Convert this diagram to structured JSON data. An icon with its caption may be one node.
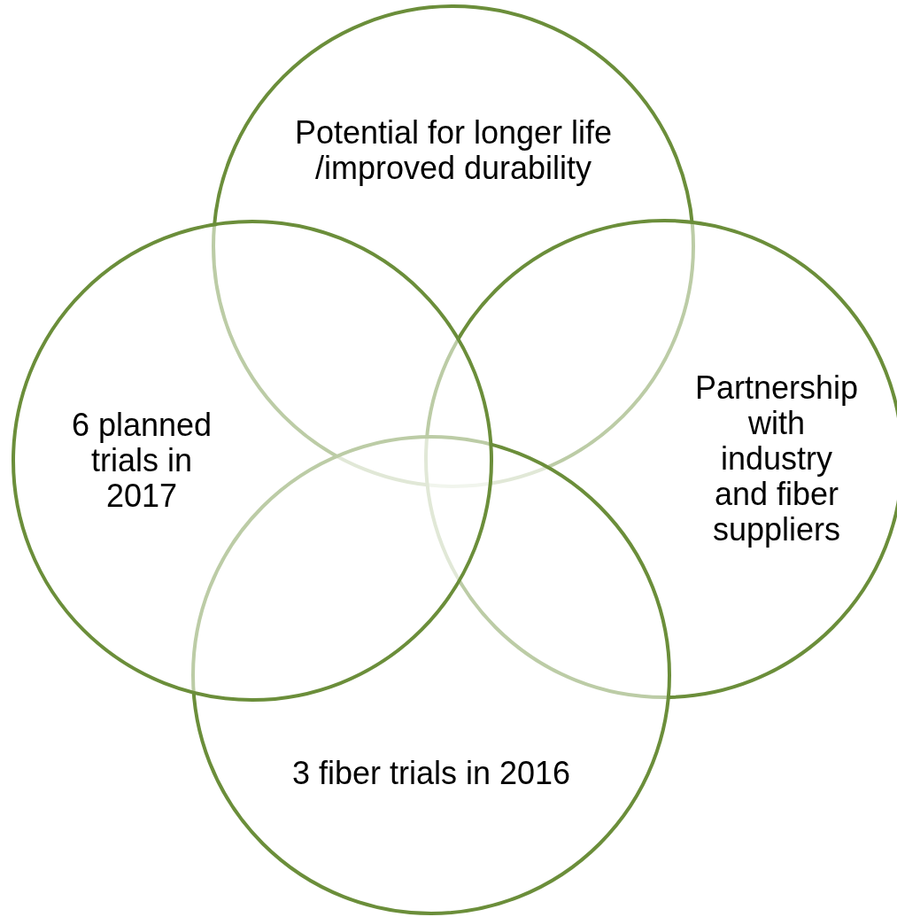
{
  "diagram": {
    "nodes": [
      {
        "text": [
          "Potential for longer life /improved durability"
        ]
      },
      {
        "text": [
          "Partnership with industry and fiber suppliers"
        ]
      },
      {
        "text": [
          "3 fiber trials in 2016"
        ]
      },
      {
        "text": [
          "6 planned trials in 2017"
        ]
      }
    ],
    "edges": []
  }
}
